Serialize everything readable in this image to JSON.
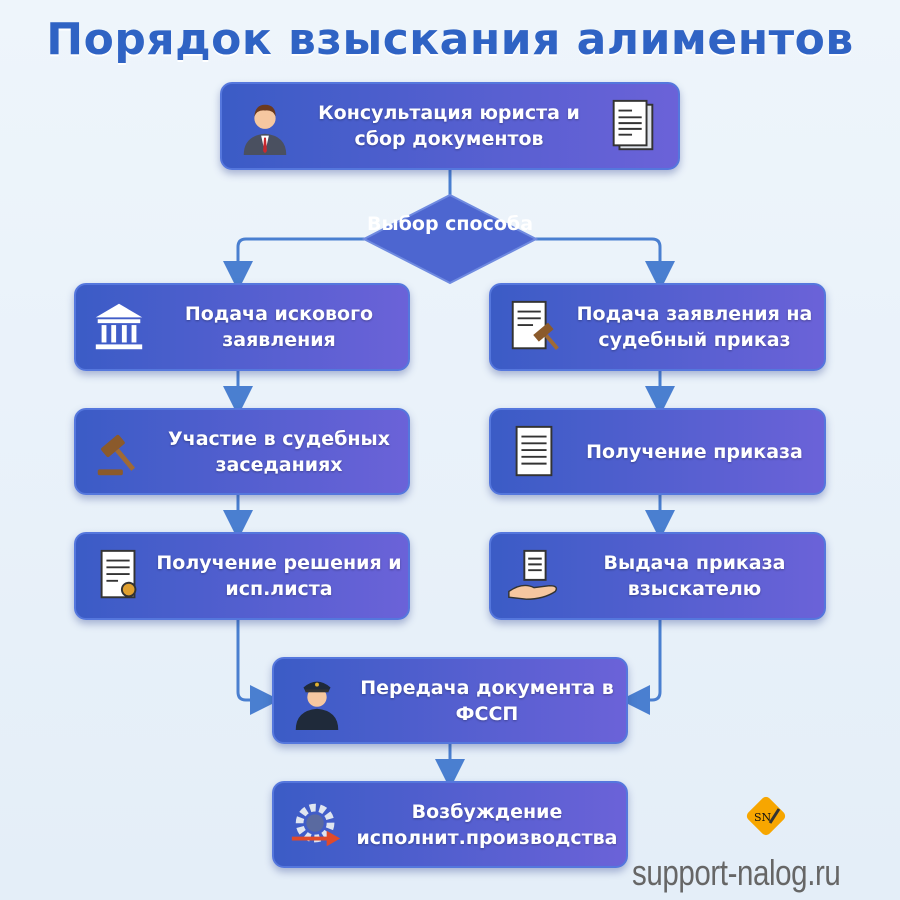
{
  "title": "Порядок взыскания алиментов",
  "steps": {
    "consult": "Консультация юриста и сбор документов",
    "choice": "Выбор способа",
    "lawsuit": "Подача искового заявления",
    "hearings": "Участие в судебных заседаниях",
    "decision": "Получение решения и исп.листа",
    "order_application": "Подача заявления на судебный приказ",
    "order_receive": "Получение приказа",
    "order_issue": "Выдача приказа взыскателю",
    "fssp": "Передача документа в ФССП",
    "enforcement": "Возбуждение исполнит.производства"
  },
  "watermark": {
    "site": "support-nalog.ru",
    "logo_text": "SN"
  },
  "colors": {
    "accent": "#2f63c4",
    "box_start": "#3b5cc6",
    "box_end": "#6b62d8",
    "connector": "#4a7fd0",
    "logo": "#f7a600"
  }
}
